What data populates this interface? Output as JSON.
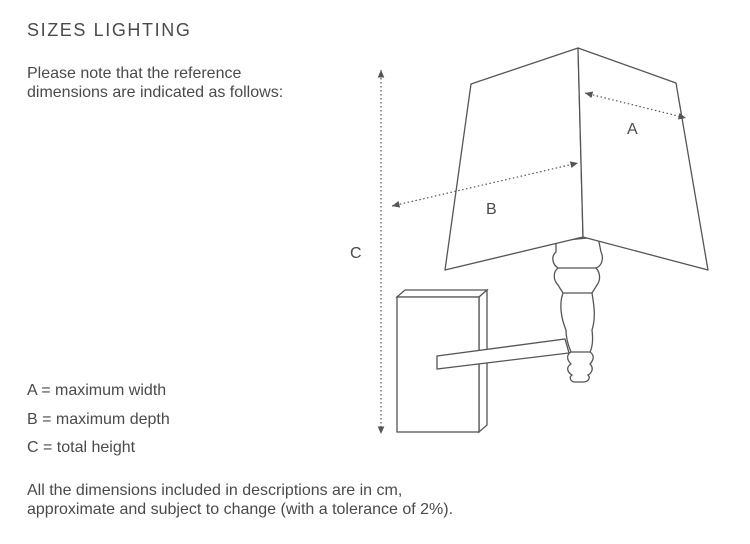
{
  "title": "SIZES LIGHTING",
  "intro_line1": "Please note that the reference",
  "intro_line2": "dimensions are indicated as follows:",
  "labels": {
    "a": "A",
    "b": "B",
    "c": "C"
  },
  "legend": [
    "A = maximum width",
    "B = maximum depth",
    "C = total height"
  ],
  "note_line1": "All the dimensions included in descriptions are in cm,",
  "note_line2": "approximate and subject to change (with a tolerance of 2%).",
  "colors": {
    "line": "#555555",
    "text": "#4a4a4a",
    "background": "#ffffff"
  }
}
